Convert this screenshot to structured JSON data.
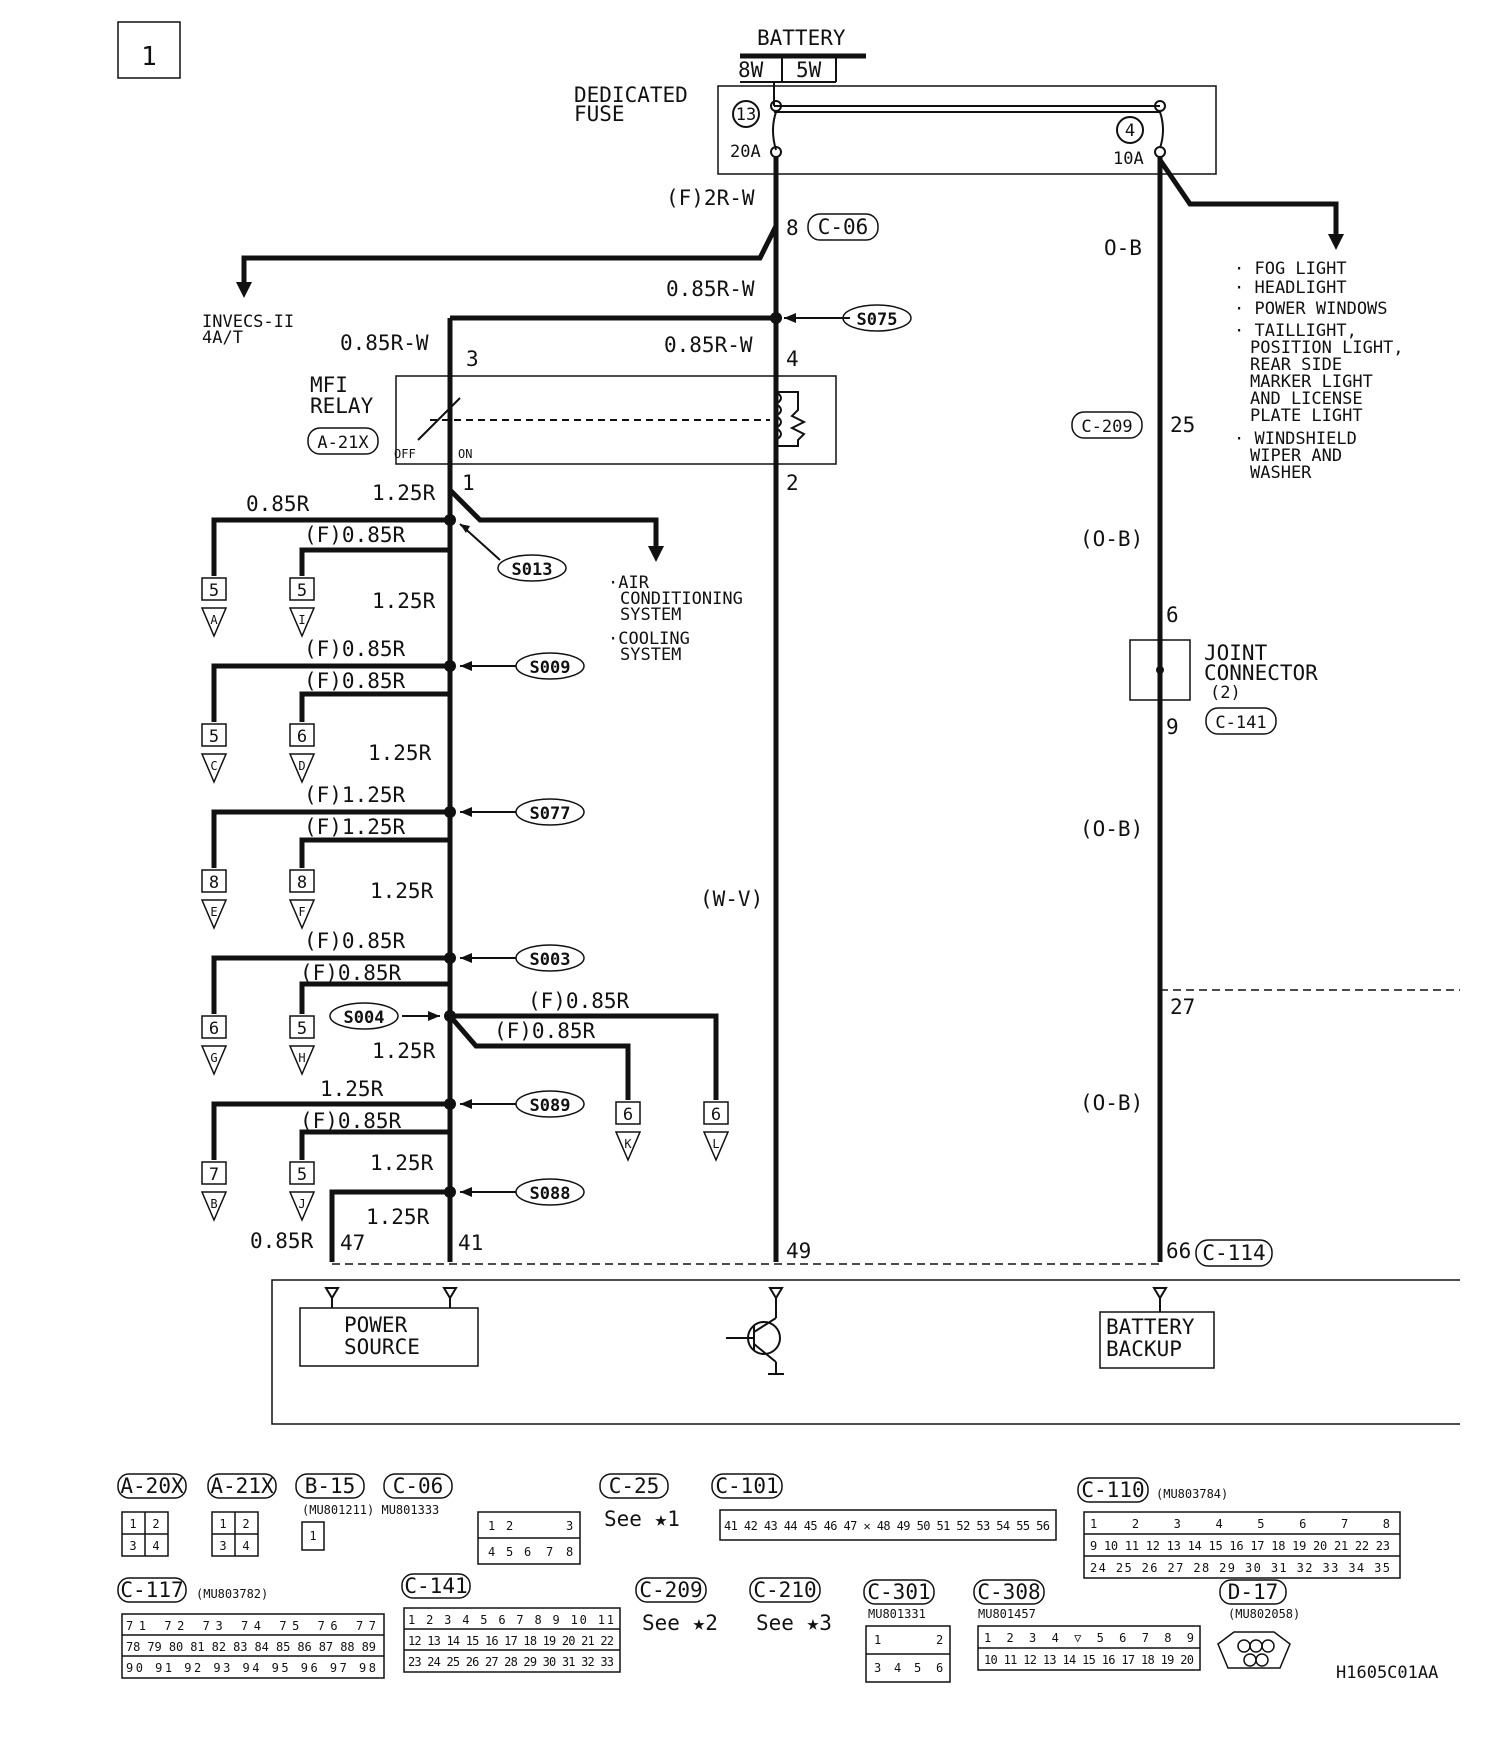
{
  "page_number": "1",
  "battery": {
    "label": "BATTERY",
    "wire_left": "8W",
    "wire_right": "5W"
  },
  "fuse": {
    "label_line1": "DEDICATED",
    "label_line2": "FUSE",
    "fuse13_num": "13",
    "fuse13_rating": "20A",
    "fuse4_num": "4",
    "fuse4_rating": "10A"
  },
  "wires": {
    "f_2rw": "(F)2R-W",
    "r085w_a": "0.85R-W",
    "r085w_b": "0.85R-W",
    "r085w_c": "0.85R-W",
    "ob_top": "O-B",
    "ob_1": "(O-B)",
    "ob_2": "(O-B)",
    "ob_3": "(O-B)",
    "wv": "(W-V)",
    "r125_a": "1.25R",
    "r085_top": "0.85R",
    "f085_a": "(F)0.85R",
    "r125_b": "1.25R",
    "f085_b": "(F)0.85R",
    "f085_c": "(F)0.85R",
    "r125_c": "1.25R",
    "f125_a": "(F)1.25R",
    "f125_b": "(F)1.25R",
    "r125_d": "1.25R",
    "f085_d": "(F)0.85R",
    "f085_e": "(F)0.85R",
    "f085_f": "(F)0.85R",
    "f085_g": "(F)0.85R",
    "r125_e": "1.25R",
    "r125_f": "1.25R",
    "f085_h": "(F)0.85R",
    "r125_g": "1.25R",
    "r125_h": "1.25R",
    "r085_bot": "0.85R"
  },
  "connectors": {
    "c06": "C-06",
    "c209": "C-209",
    "c141": "C-141",
    "c114": "C-114",
    "a21x": "A-21X"
  },
  "pins": {
    "p8": "8",
    "p3": "3",
    "p4": "4",
    "p1": "1",
    "p2": "2",
    "p25": "25",
    "p6": "6",
    "p9": "9",
    "p27": "27",
    "p47": "47",
    "p41": "41",
    "p49": "49",
    "p66": "66"
  },
  "splices": {
    "s075": "S075",
    "s013": "S013",
    "s009": "S009",
    "s077": "S077",
    "s003": "S003",
    "s004": "S004",
    "s089": "S089",
    "s088": "S088"
  },
  "labels": {
    "invecs_line1": "INVECS-II",
    "invecs_line2": "4A/T",
    "mfi_line1": "MFI",
    "mfi_line2": "RELAY",
    "off": "OFF",
    "on": "ON",
    "ac_1": "·AIR",
    "ac_2": "CONDITIONING",
    "ac_3": "SYSTEM",
    "cool_1": "·COOLING",
    "cool_2": "SYSTEM",
    "joint_1": "JOINT",
    "joint_2": "CONNECTOR",
    "joint_3": "(2)",
    "power_1": "POWER",
    "power_2": "SOURCE",
    "backup_1": "BATTERY",
    "backup_2": "BACKUP"
  },
  "fog_list": [
    "· FOG LIGHT",
    "· HEADLIGHT",
    "· POWER WINDOWS",
    "· TAILLIGHT,",
    "POSITION LIGHT,",
    "REAR SIDE",
    "MARKER LIGHT",
    "AND LICENSE",
    "PLATE LIGHT",
    "· WINDSHIELD",
    "WIPER AND",
    "WASHER"
  ],
  "grounds": [
    {
      "num": "5",
      "letter": "A"
    },
    {
      "num": "5",
      "letter": "I"
    },
    {
      "num": "5",
      "letter": "C"
    },
    {
      "num": "6",
      "letter": "D"
    },
    {
      "num": "8",
      "letter": "E"
    },
    {
      "num": "8",
      "letter": "F"
    },
    {
      "num": "6",
      "letter": "G"
    },
    {
      "num": "5",
      "letter": "H"
    },
    {
      "num": "6",
      "letter": "K"
    },
    {
      "num": "6",
      "letter": "L"
    },
    {
      "num": "7",
      "letter": "B"
    },
    {
      "num": "5",
      "letter": "J"
    }
  ],
  "legend": {
    "a20x": "A-20X",
    "a21x": "A-21X",
    "b15": "B-15",
    "c06": "C-06",
    "c25": "C-25",
    "c101": "C-101",
    "c110": "C-110",
    "c117": "C-117",
    "c141": "C-141",
    "c209": "C-209",
    "c210": "C-210",
    "c301": "C-301",
    "c308": "C-308",
    "d17": "D-17",
    "b15_part": "(MU801211) MU801333",
    "c110_part": "(MU803784)",
    "c117_part": "(MU803782)",
    "c301_part": "MU801331",
    "c308_part": "MU801457",
    "d17_part": "(MU802058)",
    "see1": "See ★1",
    "see2": "See ★2",
    "see3": "See ★3",
    "doc_code": "H1605C01AA"
  }
}
